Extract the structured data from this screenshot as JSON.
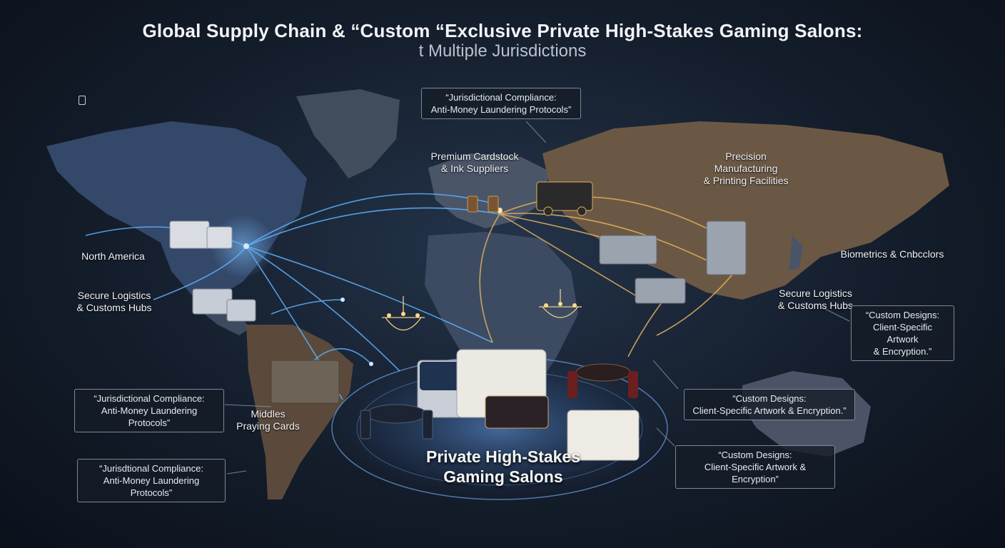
{
  "header": {
    "title": "Global Supply Chain & “Custom “Exclusive Private High-Stakes Gaming Salons:",
    "subtitle": "t Multiple Jurisdictions"
  },
  "labels": {
    "premium_cardstock": "Premium Cardstock\n& Ink Suppliers",
    "precision_manufacturing": "Precision\nManufacturing\n& Printing Facilities",
    "north_america": "North America",
    "secure_logistics_left": "Secure Logistics\n& Customs Hubs",
    "secure_logistics_right": "Secure Logistics\n& Customs Hubs",
    "biometrics": "Biometrics & Cnbcclors",
    "middles_playing_cards": "Middles\nPraying Cards",
    "salon_title": "Private High-Stakes\nGaming Salons"
  },
  "callouts": {
    "compliance_top": "“Jurisdictional Compliance:\nAnti-Money Laundering Protocols”",
    "compliance_left_1": "“Jurisdictional Compliance:\nAnti-Money Laundering Protocols”",
    "compliance_left_2": "“Jurisdtional Compliance:\nAnti-Money Laundering Protocols”",
    "custom_designs_right": "“Custom Designs:\nClient-Specific Artwork\n& Encryption.”",
    "custom_designs_mid": "“Custom Designs:\nClient-Specific Artwork & Encryption.”",
    "custom_designs_low": "“Custom Designs:\nClient-Specific Artwork & Encryption”"
  },
  "colors": {
    "blue_route": "#5fb4ff",
    "gold_route": "#e8b35c",
    "land_blue": "#3a4e6b",
    "land_gold": "#6b5640",
    "salon_glow": "#5d8fd6"
  },
  "icons": [
    "document-icon",
    "equipment-icon",
    "truck-icon",
    "chandelier-icon",
    "card-deck-icon",
    "table-icon"
  ]
}
